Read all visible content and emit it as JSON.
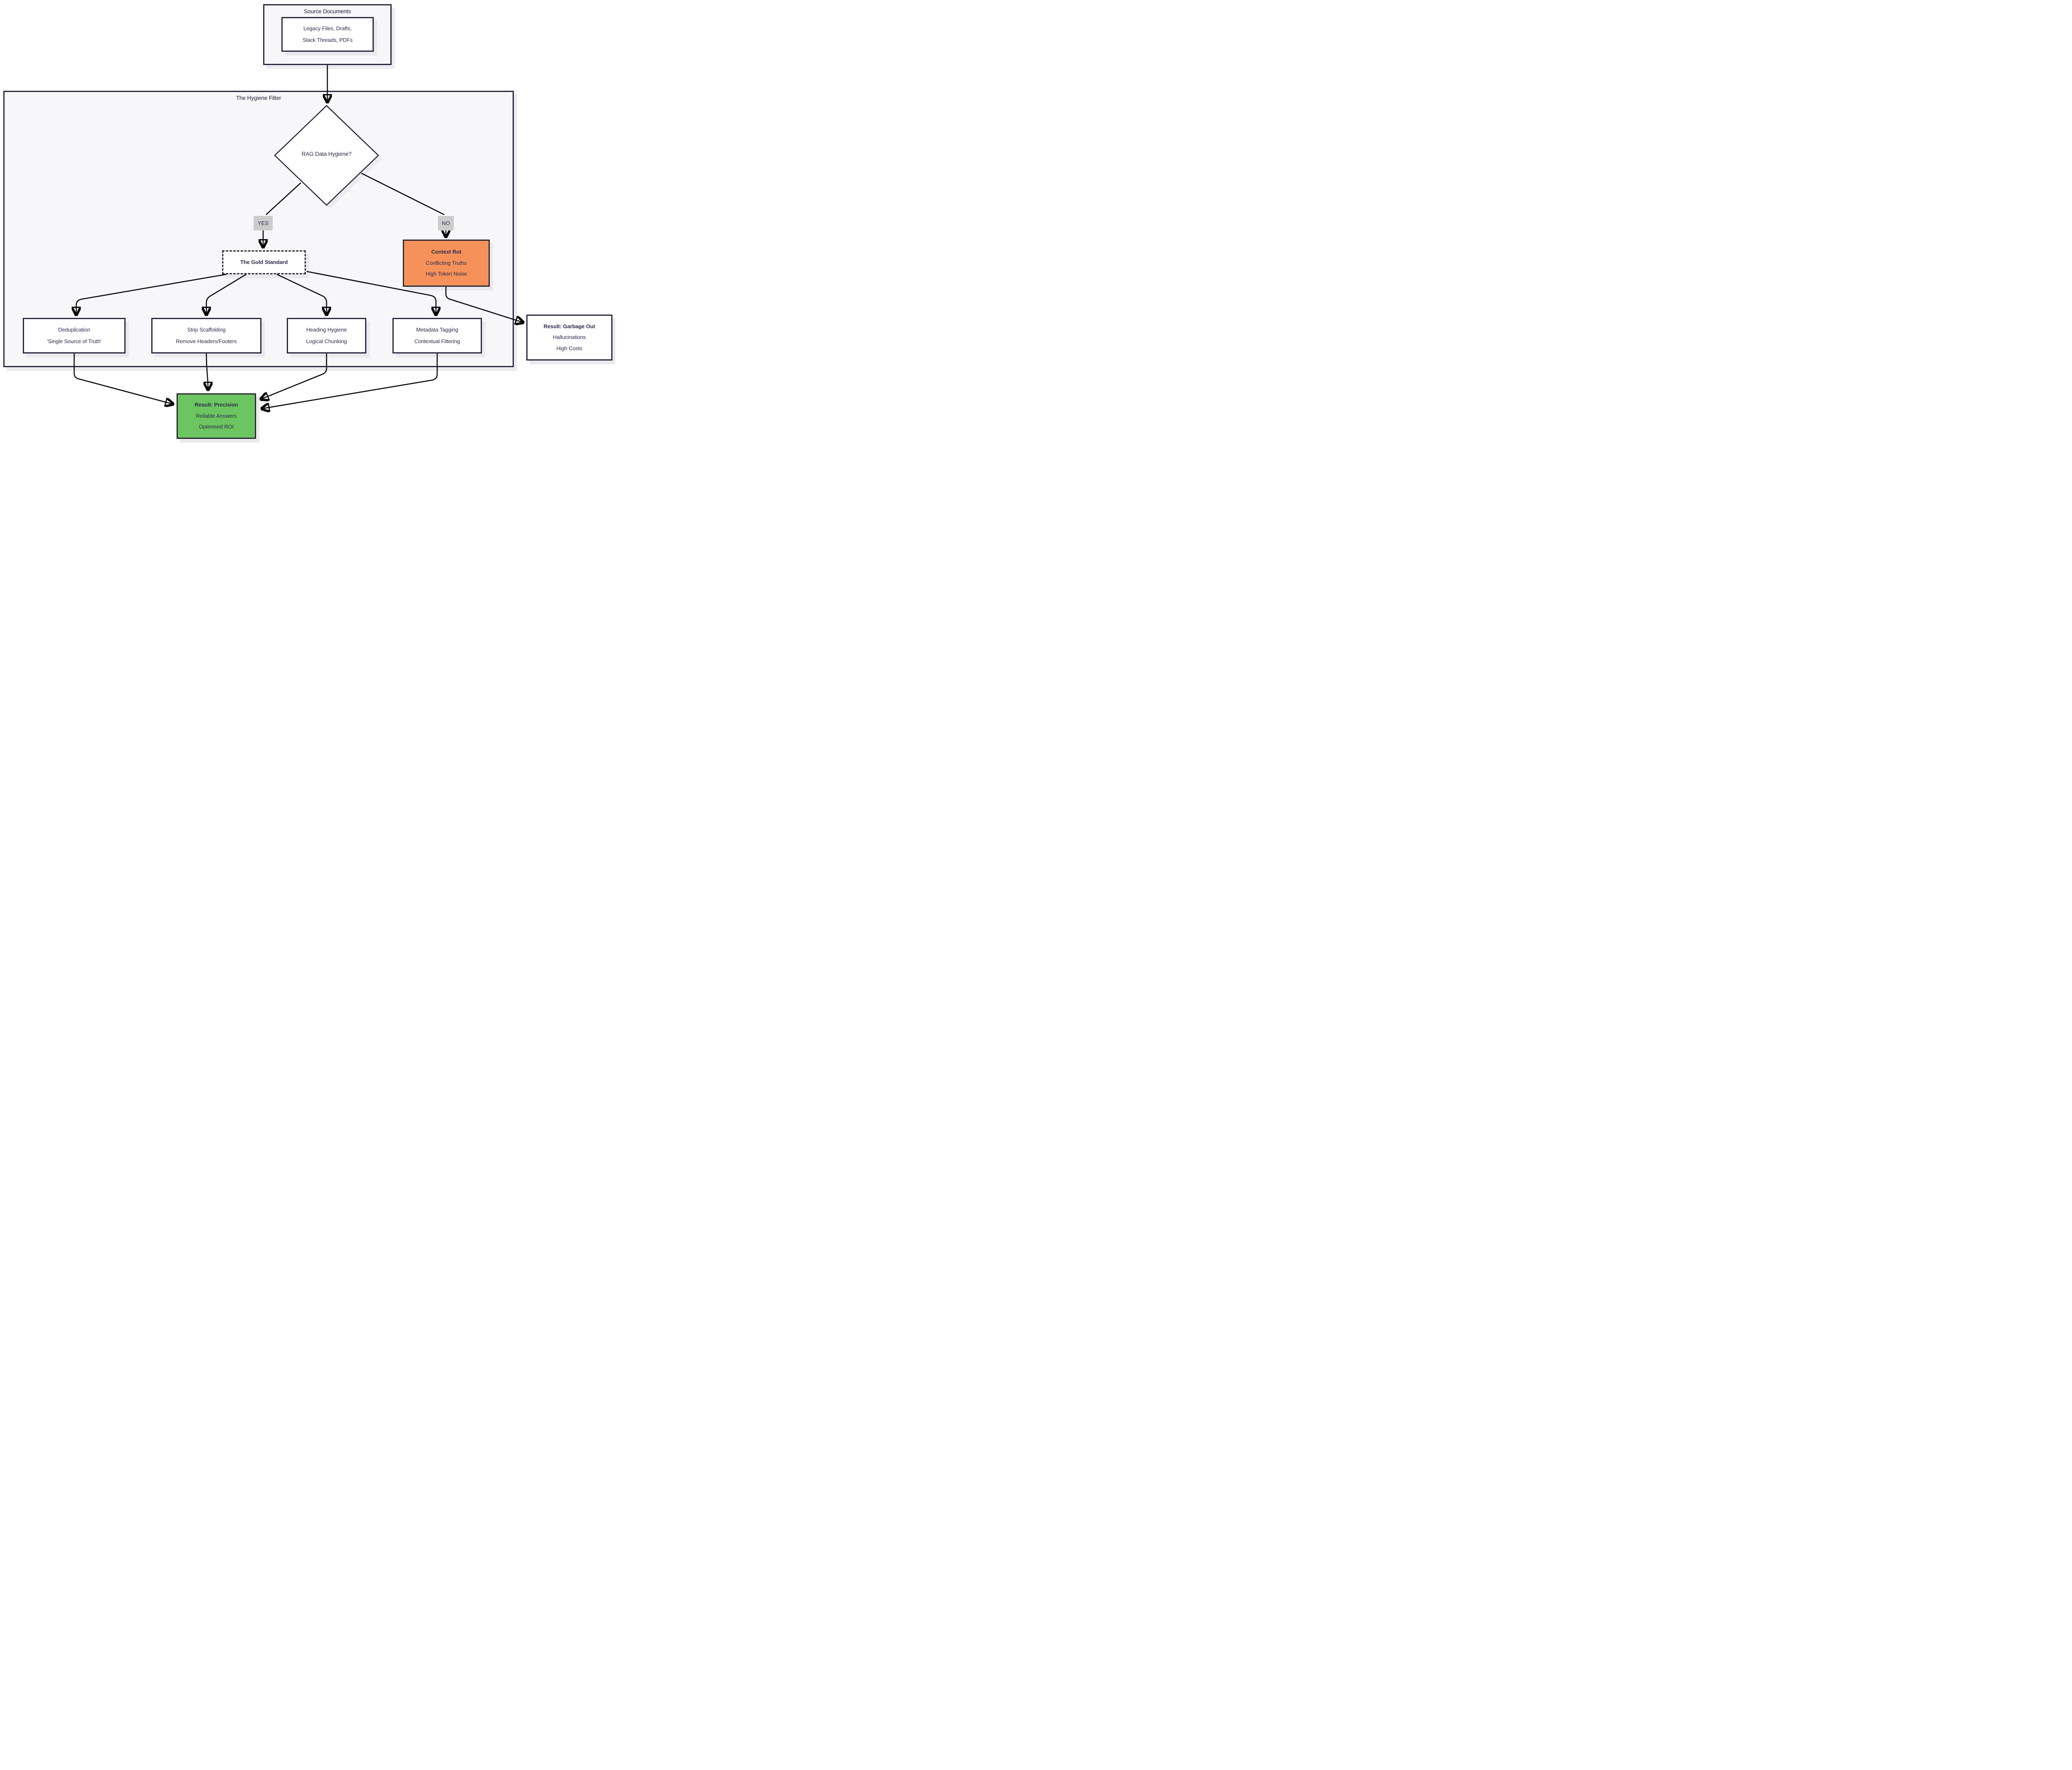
{
  "containers": {
    "source": {
      "label": "Source Documents"
    },
    "filter": {
      "label": "The Hygiene Filter"
    }
  },
  "nodes": {
    "source_docs": {
      "line1": "Legacy Files, Drafts,",
      "line2": "Slack Threads, PDFs"
    },
    "decision": {
      "label": "RAG Data Hygiene?"
    },
    "gold": {
      "label": "The Gold Standard"
    },
    "context_rot": {
      "title": "Context Rot",
      "line1": "Conflicting Truths",
      "line2": "High Token Noise"
    },
    "dedup": {
      "line1": "Deduplication",
      "line2": "'Single Source of Truth'"
    },
    "strip": {
      "line1": "Strip Scaffolding",
      "line2": "Remove Headers/Footers"
    },
    "heading": {
      "line1": "Heading Hygiene",
      "line2": "Logical Chunking"
    },
    "metadata": {
      "line1": "Metadata Tagging",
      "line2": "Contextual Filtering"
    },
    "garbage": {
      "title": "Result: Garbage Out",
      "line1": "Hallucinations",
      "line2": "High Costs"
    },
    "precision": {
      "title": "Result: Precision",
      "line1": "Reliable Answers",
      "line2": "Optimised ROI"
    }
  },
  "edges": {
    "yes_label": "YES",
    "no_label": "NO"
  },
  "colors": {
    "context_rot_fill": "#f6915a",
    "precision_fill": "#6cc561",
    "node_border": "#2a2a40",
    "colored_node_border": "#2b2b35",
    "container_fill": "#f7f7fa",
    "edge_label_bg": "#cccccc",
    "text": "#2d2d4d",
    "line": "#0a0a0a",
    "background": "#ffffff"
  }
}
